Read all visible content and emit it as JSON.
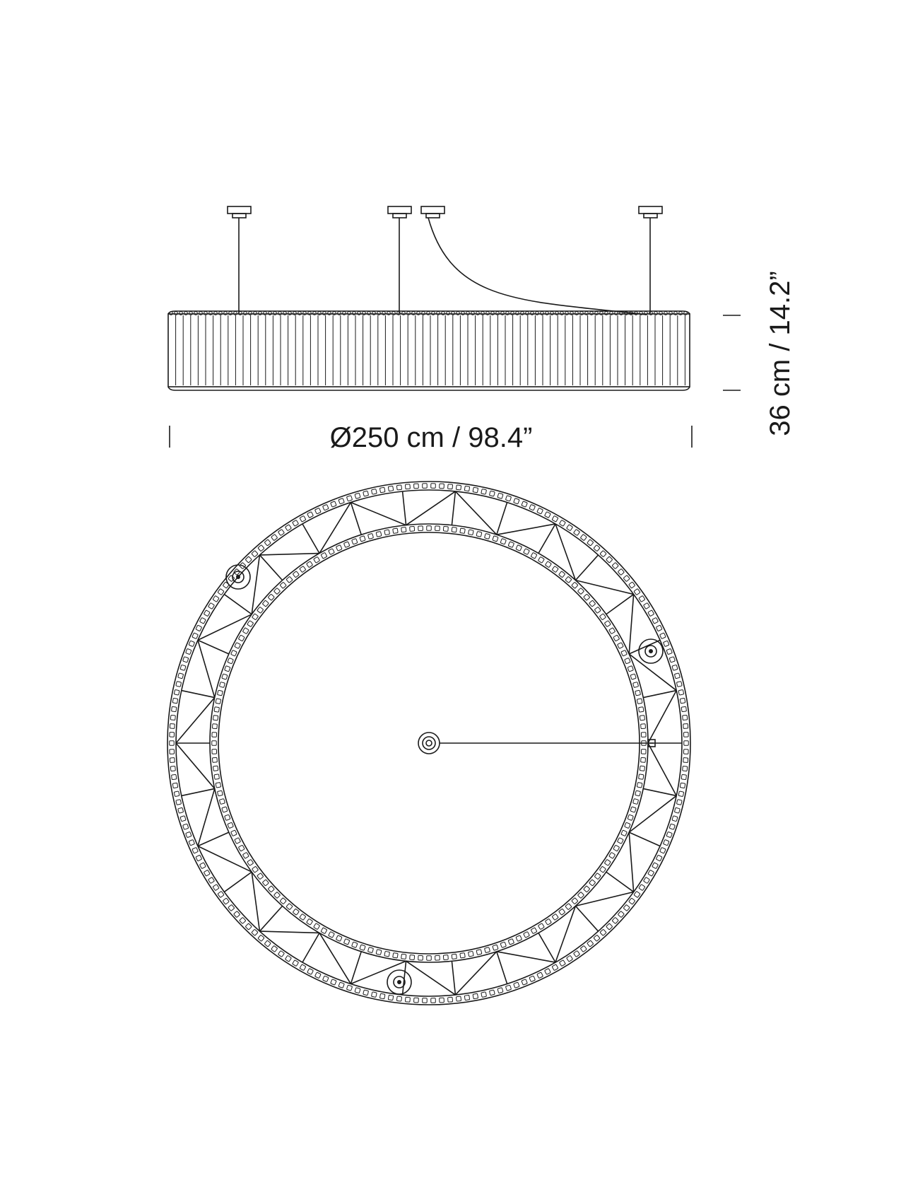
{
  "drawing": {
    "type": "technical drawing",
    "views": [
      "elevation",
      "plan"
    ]
  },
  "dimensions": {
    "diameter": "Ø250 cm / 98.4”",
    "height": "36 cm / 14.2”"
  },
  "colors": {
    "line": "#1a1a1a",
    "background": "#ffffff"
  }
}
